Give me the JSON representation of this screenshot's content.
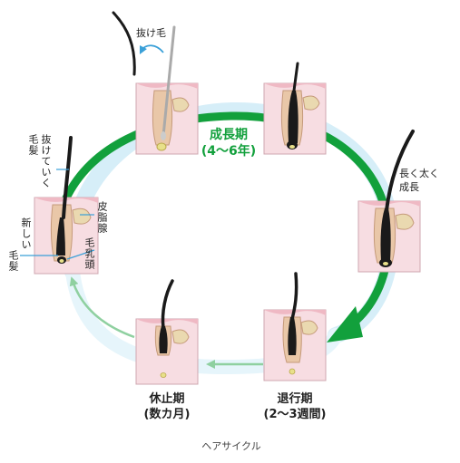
{
  "center": {
    "line1": "成長期",
    "line2": "(4〜6年)"
  },
  "phases": {
    "regression": {
      "line1": "退行期",
      "line2": "(2〜3週間)"
    },
    "resting": {
      "line1": "休止期",
      "line2": "(数カ月)"
    }
  },
  "labels": {
    "shed_hair": "抜け毛",
    "long_thick": "長く太く",
    "growth": "成長",
    "falling_hair": "抜けていく",
    "hair_word": "毛髪",
    "new": "新しい",
    "sebaceous_gland": "皮脂腺",
    "dermal_papilla": "毛乳頭"
  },
  "caption": "ヘアサイクル",
  "colors": {
    "green": "#12a03c",
    "pale_blue": "#d6eef8",
    "light_green": "#8fd0a0",
    "skin": "#f7dde2",
    "skin_top": "#efb9c4",
    "hair": "#1a1a1a",
    "bulb": "#e8e08a",
    "arrow_blue": "#3aa0d8"
  }
}
